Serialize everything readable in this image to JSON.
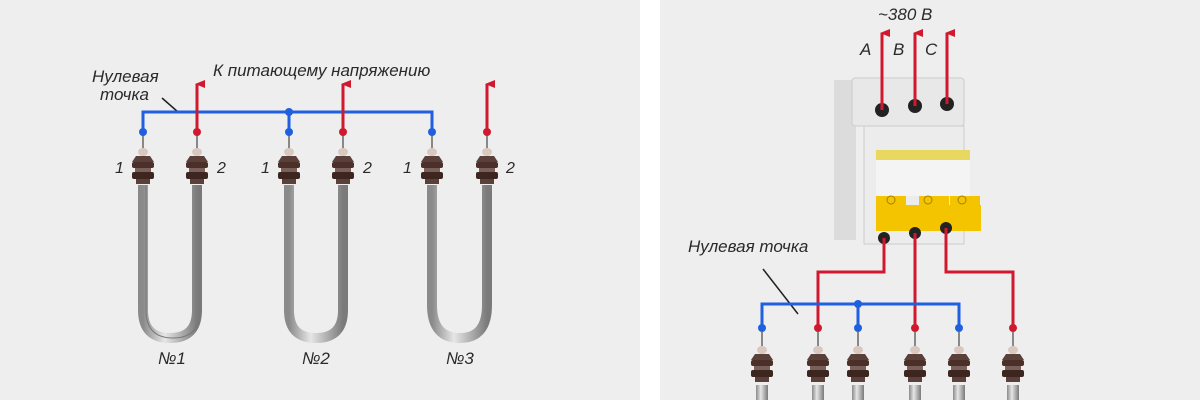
{
  "left_panel": {
    "neutral_label_line1": "Нулевая",
    "neutral_label_line2": "точка",
    "supply_label": "К питающему напряжению",
    "terminal_1": "1",
    "terminal_2": "2",
    "heaters": [
      "№1",
      "№2",
      "№3"
    ]
  },
  "right_panel": {
    "voltage_label": "~380 В",
    "phases": [
      "A",
      "B",
      "C"
    ],
    "neutral_label": "Нулевая точка"
  },
  "colors": {
    "neutral_wire": "#1f5fe0",
    "phase_wire": "#d0192e",
    "background": "#eeeeee",
    "breaker_handle": "#f5c400"
  }
}
